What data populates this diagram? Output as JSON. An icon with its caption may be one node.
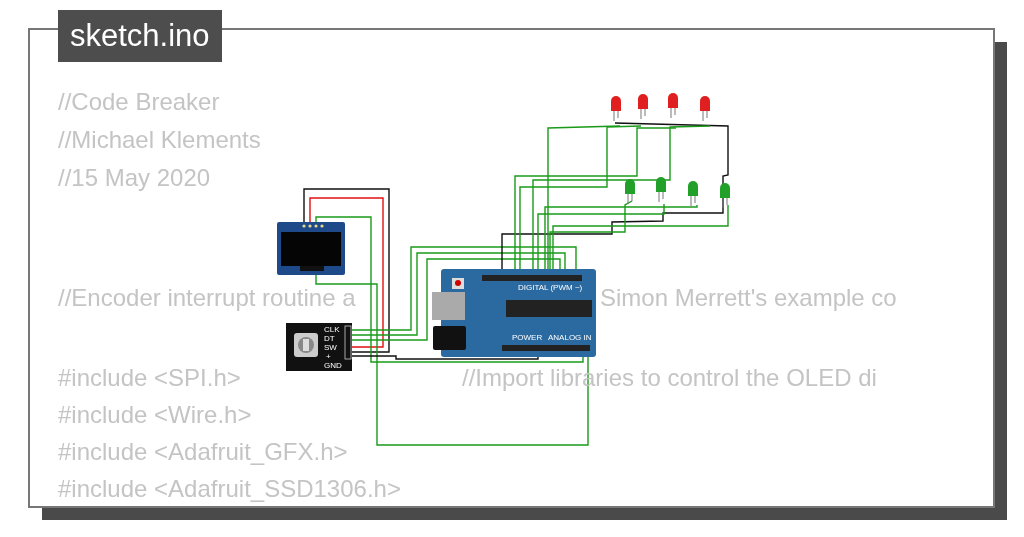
{
  "diagram": {
    "title": "sketch.ino",
    "labels": [
      "//Code Breaker",
      "//Michael Klements",
      "//15 May 2020",
      "DIGITAL (PWM ~)",
      "//Encoder interrupt routine a",
      "Simon Merrett's example co",
      "CLK",
      "DT",
      "SW",
      "+",
      "GND",
      "POWER",
      "ANALOG IN",
      "#include <SPI.h>",
      "//Import libraries to control the OLED di",
      "#include <Wire.h>",
      "#include <Adafruit_GFX.h>",
      "#include <Adafruit_SSD1306.h>"
    ]
  }
}
